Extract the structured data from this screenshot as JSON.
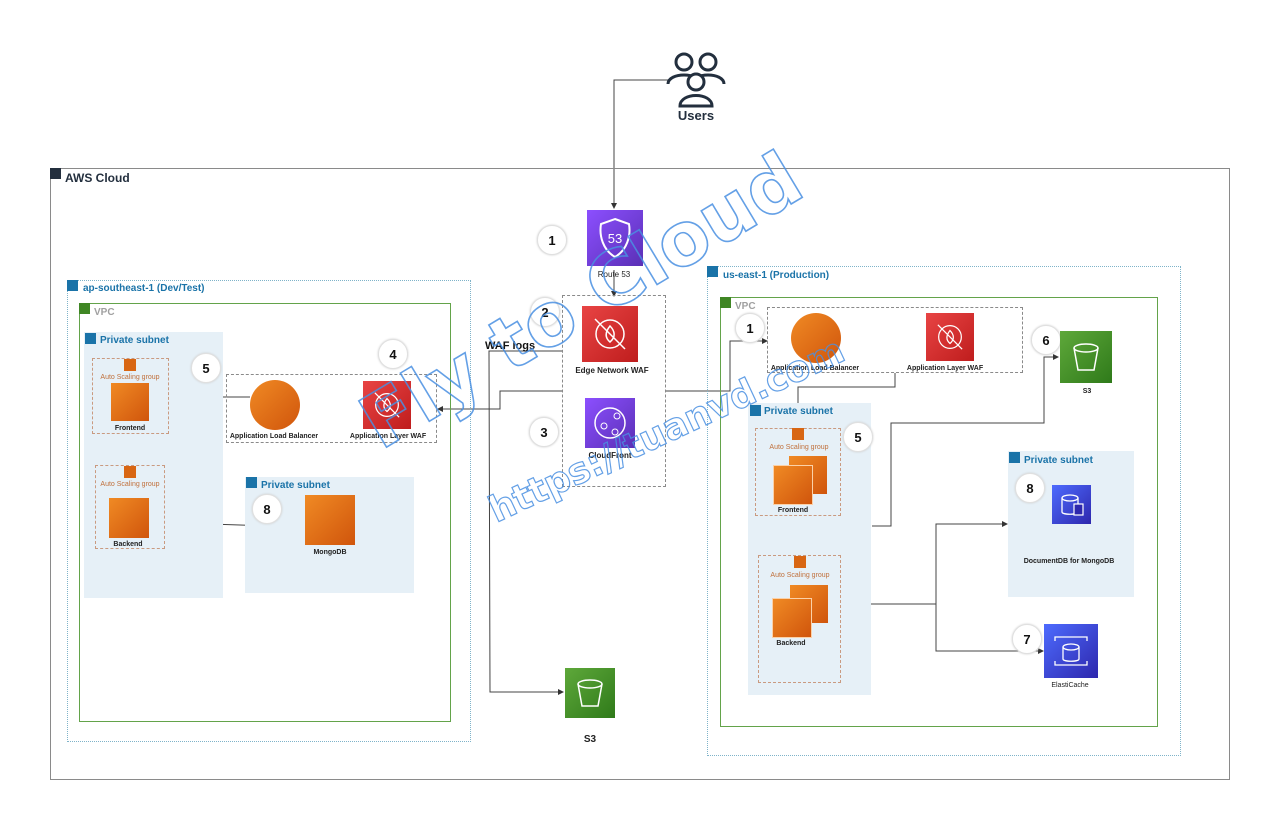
{
  "users": {
    "label": "Users",
    "icon": "users-icon"
  },
  "aws_cloud": {
    "title": "AWS Cloud",
    "icon": "aws-logo-icon"
  },
  "edge": {
    "route53": {
      "label": "Route 53",
      "badge": "1"
    },
    "edge_waf": {
      "label": "Edge Network WAF",
      "badge": "2"
    },
    "cloudfront": {
      "label": "CloudFront",
      "badge": "3"
    },
    "waf_logs_label": "WAF logs",
    "s3_logs": {
      "label": "S3"
    }
  },
  "dev_region": {
    "title": "ap-southeast-1 (Dev/Test)",
    "vpc_title": "VPC",
    "app_subnet": {
      "title": "Private subnet"
    },
    "alb": {
      "label": "Application Load Balancer"
    },
    "app_waf": {
      "label": "Application Layer WAF"
    },
    "badge_lb": "4",
    "badge_asg": "5",
    "frontend": {
      "asg_label": "Auto Scaling group",
      "label": "Frontend"
    },
    "backend": {
      "asg_label": "Auto Scaling group",
      "label": "Backend"
    },
    "db_subnet": {
      "title": "Private subnet",
      "badge": "8",
      "db_label": "MongoDB"
    }
  },
  "prod_region": {
    "title": "us-east-1 (Production)",
    "vpc_title": "VPC",
    "badge_lb": "1",
    "alb": {
      "label": "Application Load Balancer"
    },
    "app_waf": {
      "label": "Application Layer WAF"
    },
    "s3": {
      "label": "S3",
      "badge": "6"
    },
    "app_subnet": {
      "title": "Private subnet"
    },
    "badge_asg": "5",
    "frontend": {
      "asg_label": "Auto Scaling group",
      "label": "Frontend"
    },
    "backend": {
      "asg_label": "Auto Scaling group",
      "label": "Backend"
    },
    "db_subnet": {
      "title": "Private subnet",
      "badge": "8",
      "db_label": "DocumentDB for MongoDB"
    },
    "cache": {
      "label": "ElastiCache",
      "badge": "7"
    }
  },
  "watermark": {
    "line1": "Fly to Cloud",
    "line2": "https://tuanvd.com"
  },
  "colors": {
    "route53": "#6b3fd4",
    "waf": "#d52b2b",
    "s3": "#3f8624",
    "ec2": "#e8700f",
    "database": "#3b48cc",
    "region": "#1a73a8",
    "vpc": "#3f8624"
  }
}
